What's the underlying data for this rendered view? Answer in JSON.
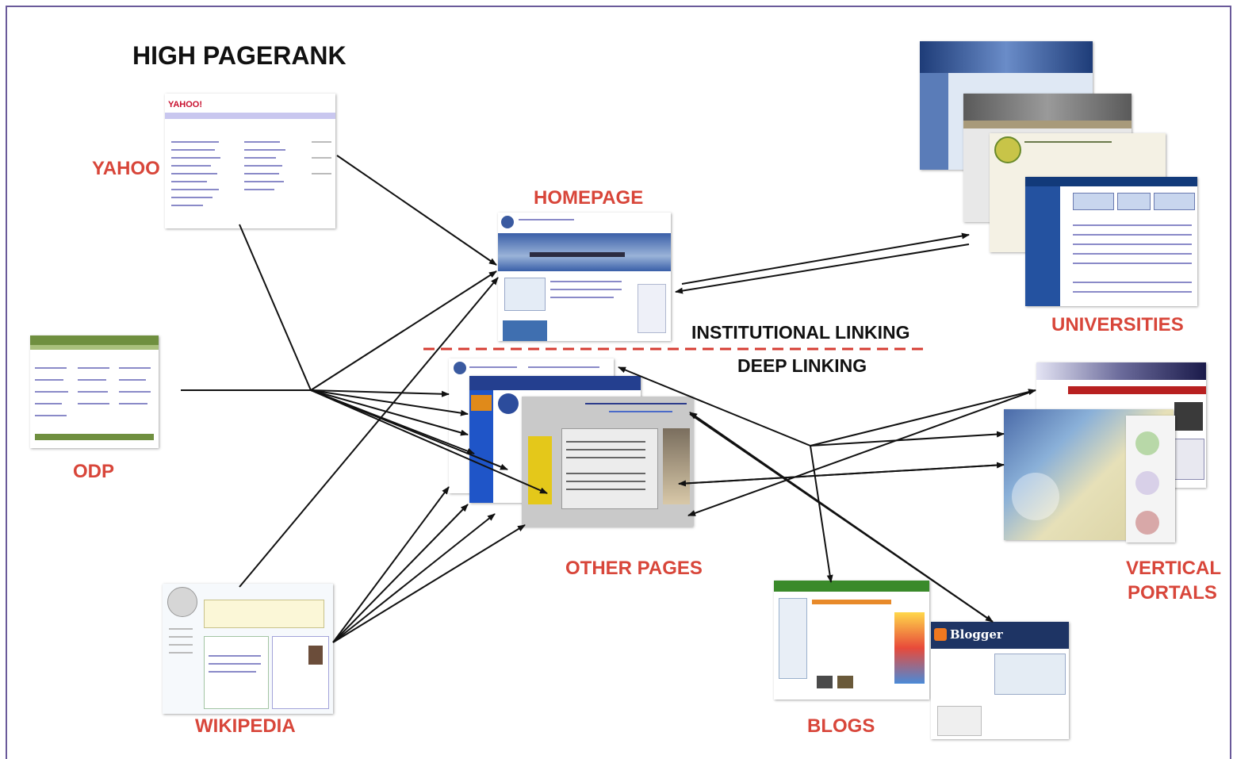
{
  "title": "HIGH PAGERANK",
  "labels": {
    "yahoo": "YAHOO",
    "odp": "ODP",
    "wikipedia": "WIKIPEDIA",
    "homepage": "HOMEPAGE",
    "other_pages": "OTHER PAGES",
    "universities": "UNIVERSITIES",
    "vertical_portals_1": "VERTICAL",
    "vertical_portals_2": "PORTALS",
    "blogs": "BLOGS",
    "institutional_linking": "INSTITUTIONAL LINKING",
    "deep_linking": "DEEP LINKING"
  },
  "thumbnail_brands": {
    "yahoo_logo": "YAHOO!",
    "blogger_logo": "Blogger"
  },
  "colors": {
    "label_red": "#d8463a",
    "divider_red": "#d63c32",
    "arrow": "#111111",
    "frame": "#6a5a9a"
  }
}
